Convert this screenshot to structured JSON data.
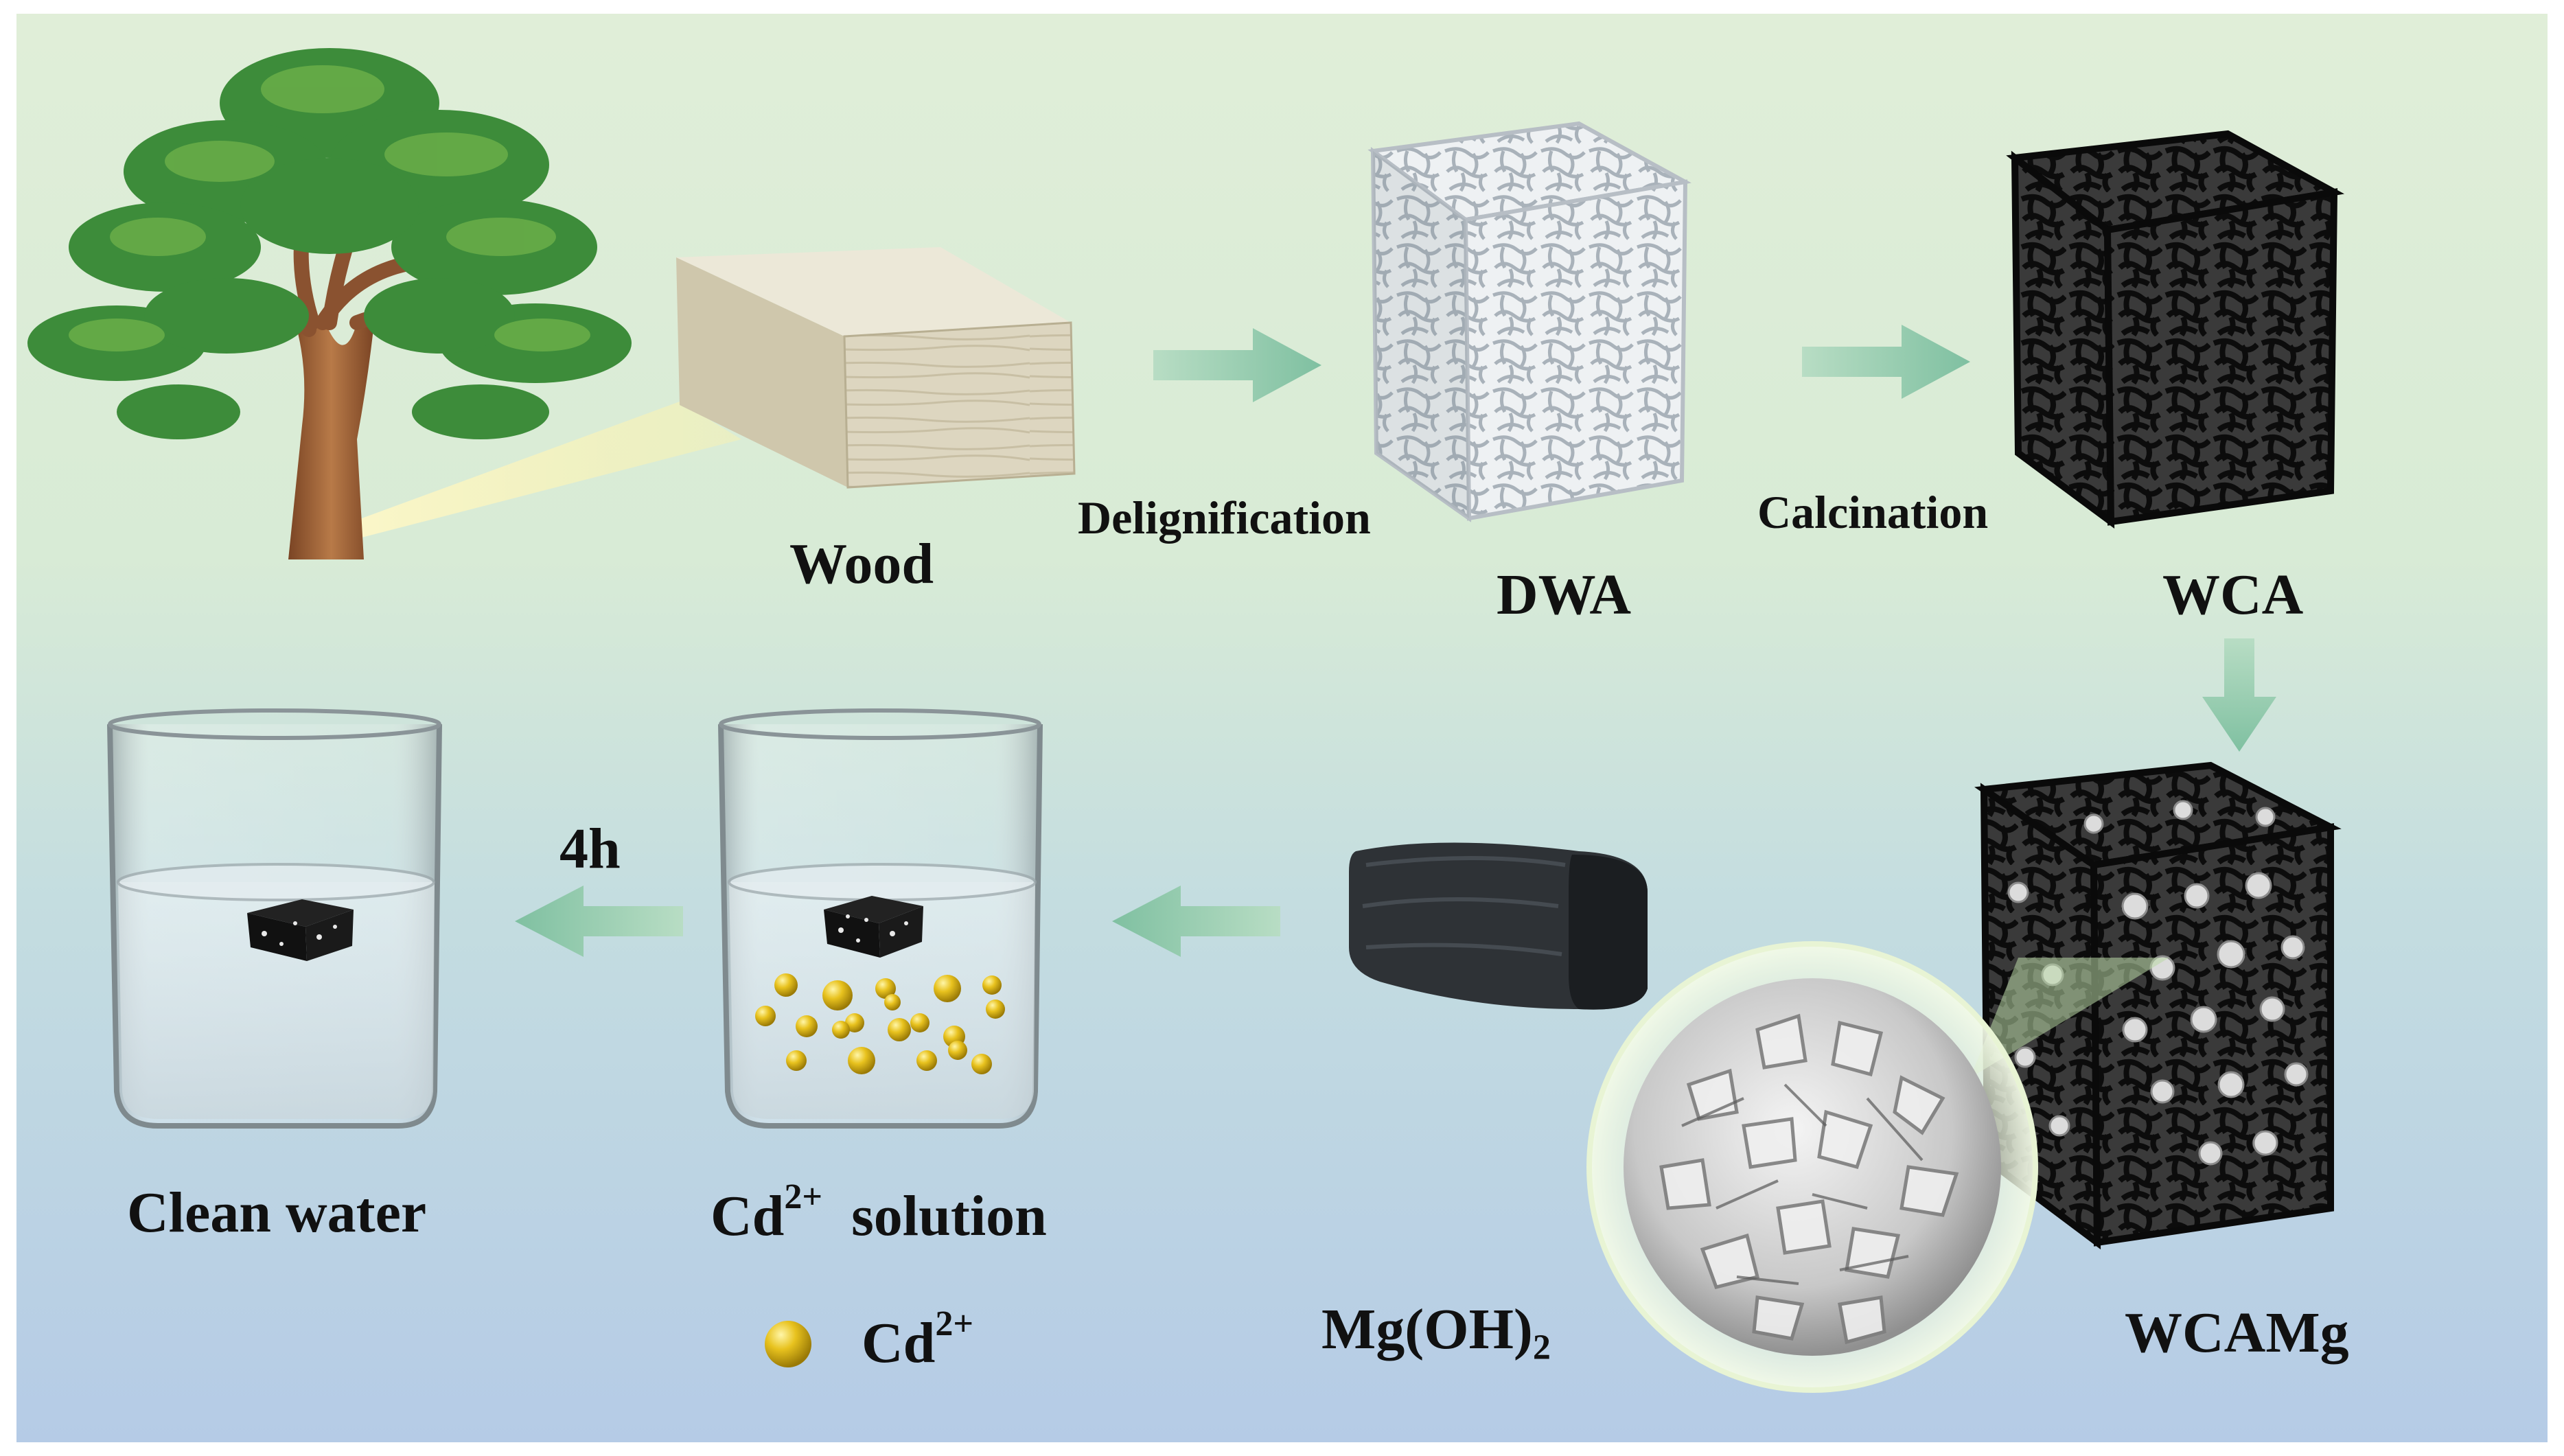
{
  "labels": {
    "wood": "Wood",
    "delignification": "Delignification",
    "dwa": "DWA",
    "calcination": "Calcination",
    "wca": "WCA",
    "wcamg": "WCAMg",
    "mgoh2_main": "Mg(OH)",
    "mgoh2_sub": "2",
    "time": "4h",
    "clean_water": "Clean water",
    "cd_solution_main": "Cd",
    "cd_solution_sup": "2+",
    "cd_solution_tail": "solution",
    "legend_main": "Cd",
    "legend_sup": "2+"
  },
  "colors": {
    "background_top": "#e0eed8",
    "background_bottom": "#b5cbe6",
    "arrow": "#8cc7a6",
    "cd_ion": "#d6b21a",
    "carbon_aerogel": "#141414",
    "delignified_aerogel": "#c8d0d6",
    "foliage": "#3f8f3a",
    "trunk": "#a0643a",
    "wood_block": "#d8d2bc"
  },
  "icons": [
    "tree-icon",
    "wood-block-icon",
    "white-aerogel-cube-icon",
    "black-aerogel-cube-icon",
    "mg-loaded-cube-icon",
    "mg-oh2-flower-icon",
    "carbon-monolith-icon",
    "beaker-icon",
    "cd-ion-sphere-icon"
  ]
}
